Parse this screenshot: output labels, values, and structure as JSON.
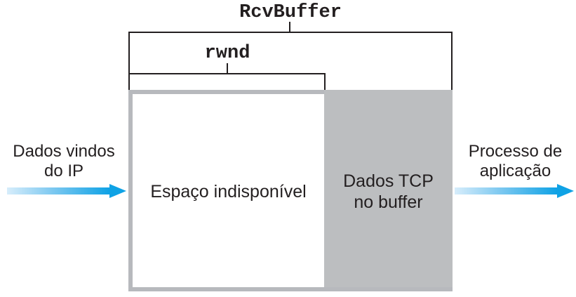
{
  "labels": {
    "rcvbuffer": "RcvBuffer",
    "rwnd": "rwnd"
  },
  "left_flow": {
    "line1": "Dados vindos",
    "line2": "do IP"
  },
  "right_flow": {
    "line1": "Processo de",
    "line2": "aplicação"
  },
  "buffer_box": {
    "free_space": "Espaço indisponível",
    "tcp_data_line1": "Dados TCP",
    "tcp_data_line2": "no buffer"
  },
  "colors": {
    "line": "#231f20",
    "box_border": "#b7b9bd",
    "tcp_fill": "#bcbec0",
    "arrow_gradient_start": "#d7edfb",
    "arrow_gradient_end": "#0fa2e5"
  }
}
